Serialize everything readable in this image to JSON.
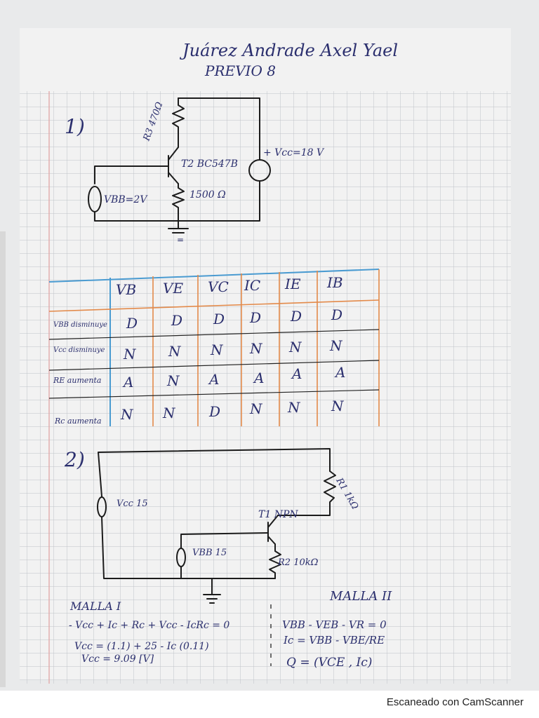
{
  "header": {
    "name": "Juárez Andrade Axel Yael",
    "title": "PREVIO 8"
  },
  "problem1": {
    "number": "1)",
    "r3_label": "R3 470Ω",
    "transistor_label": "T2 BC547B",
    "re_label": "1500 Ω",
    "vbb_label": "VBB=2V",
    "vcc_label": "+ Vcc=18 V",
    "ground_label": "="
  },
  "table": {
    "headers": [
      "",
      "VB",
      "VE",
      "VC",
      "IC",
      "IE",
      "IB"
    ],
    "rows": [
      {
        "label": "VBB disminuye",
        "cells": [
          "D",
          "D",
          "D",
          "D",
          "D",
          "D"
        ]
      },
      {
        "label": "Vcc disminuye",
        "cells": [
          "N",
          "N",
          "N",
          "N",
          "N",
          "N"
        ]
      },
      {
        "label": "RE aumenta",
        "cells": [
          "A",
          "N",
          "A",
          "A",
          "A",
          "A"
        ]
      },
      {
        "label": "Rc aumenta",
        "cells": [
          "N",
          "N",
          "D",
          "N",
          "N",
          "N"
        ]
      }
    ]
  },
  "problem2": {
    "number": "2)",
    "vcc_label": "Vcc 15",
    "r1_label": "R1 1kΩ",
    "transistor_label": "T1 NPN",
    "vbb_label": "VBB 15",
    "r2_label": "R2 10kΩ"
  },
  "equations": {
    "malla1_title": "MALLA I",
    "malla1_eq1": "- Vcc + Ic + Rc + Vcc - IcRc = 0",
    "malla1_eq2": "Vcc = (1.1) + 25 - Ic (0.11)",
    "malla1_eq3": "Vcc = 9.09 [V]",
    "malla2_title": "MALLA II",
    "malla2_eq1": "VBB - VEB - VR = 0",
    "malla2_eq2": "Ic = VBB - VBE/RE",
    "malla2_eq3": "Q = (VCE , Ic)"
  },
  "footer": {
    "watermark": "Escaneado con CamScanner"
  }
}
